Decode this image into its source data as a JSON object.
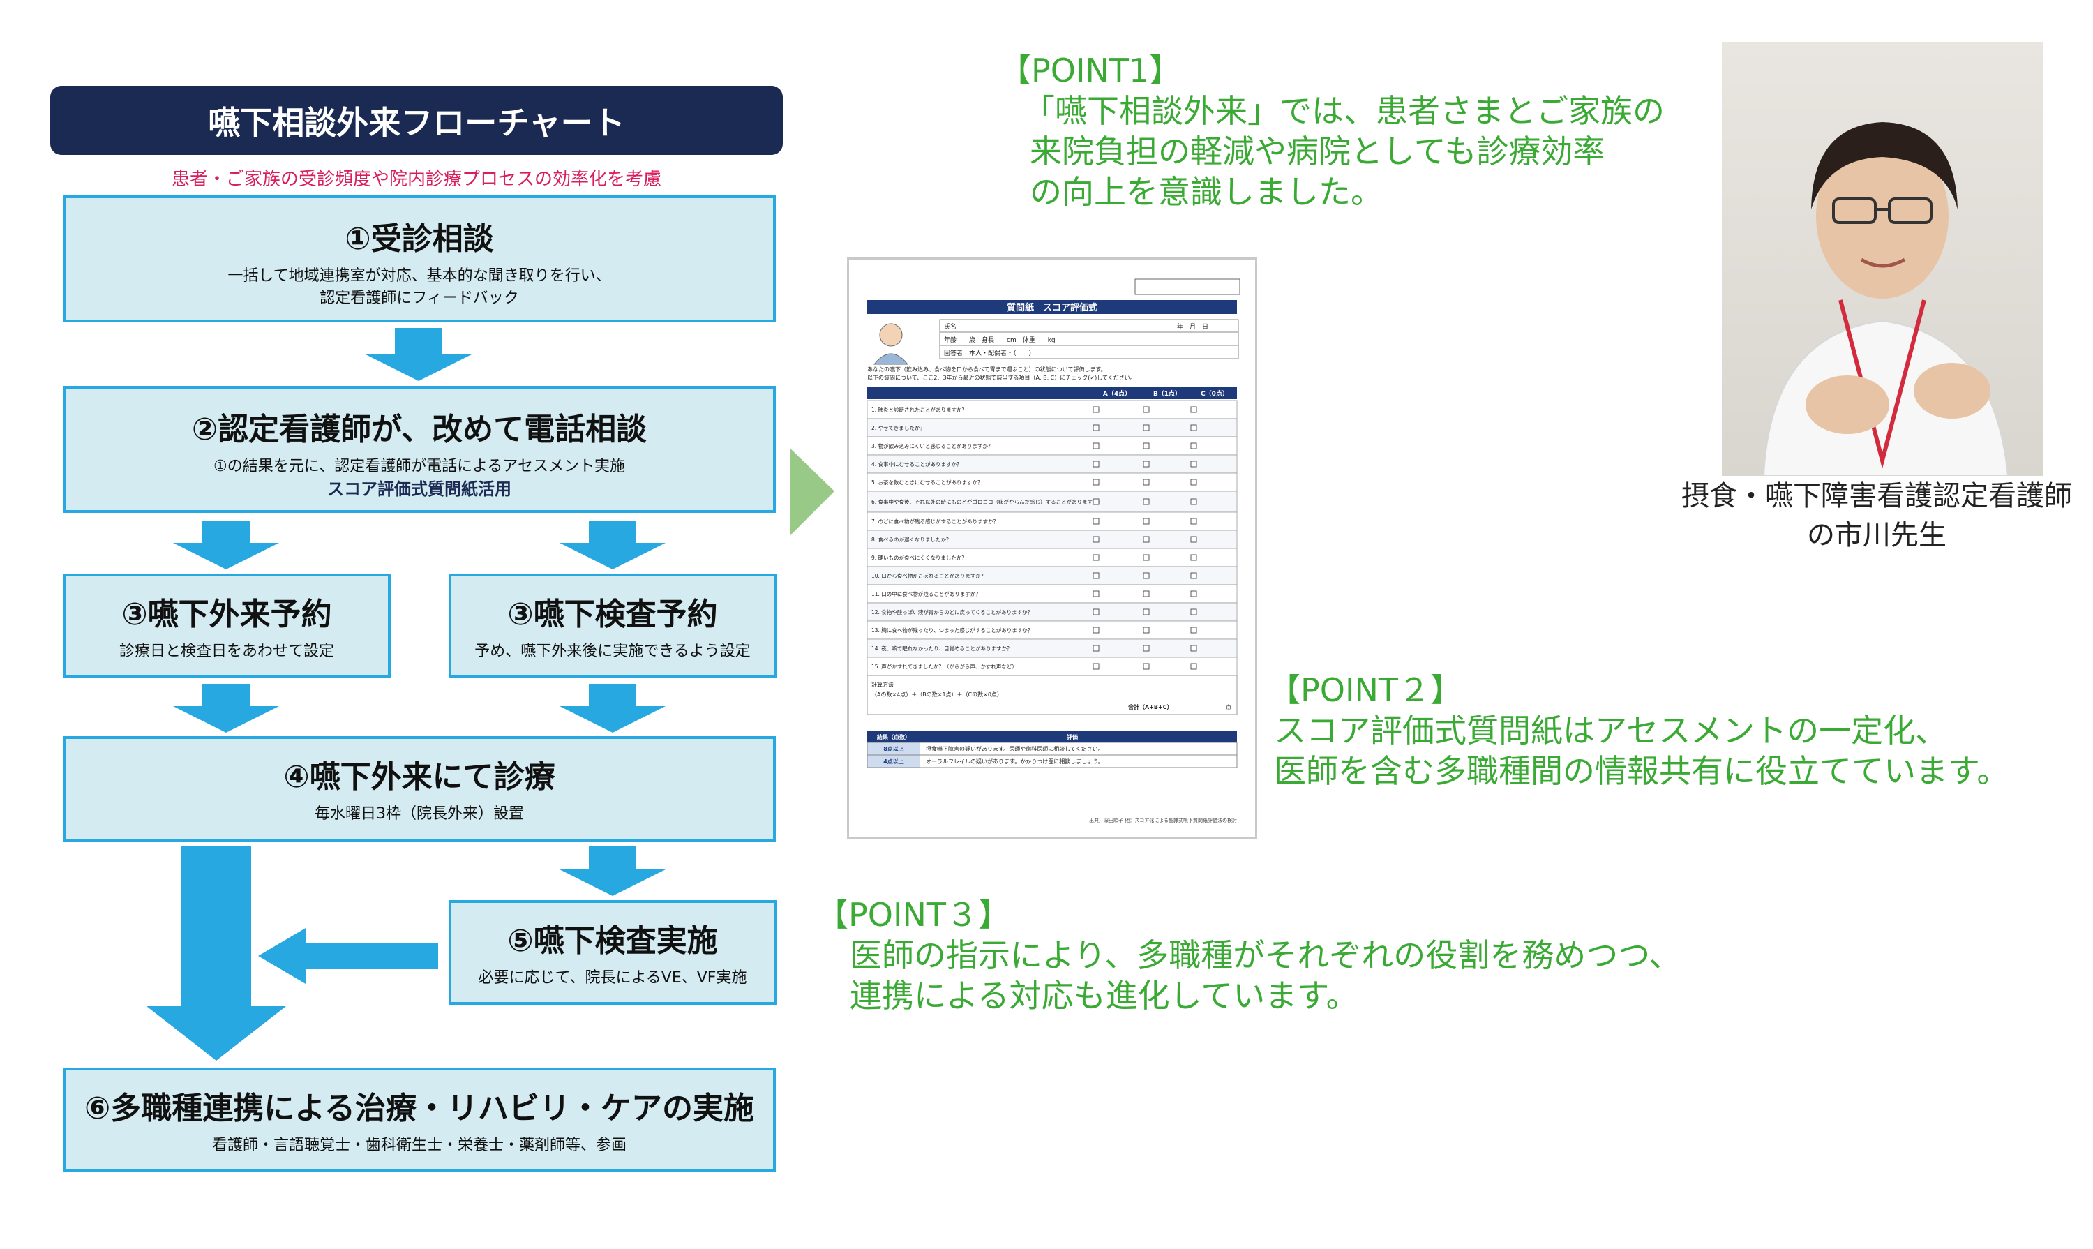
{
  "flowchart": {
    "title": "嚥下相談外来フローチャート",
    "subtitle": "患者・ご家族の受診頻度や院内診療プロセスの効率化を考慮",
    "step1": {
      "title": "①受診相談",
      "desc1": "一括して地域連携室が対応、基本的な聞き取りを行い、",
      "desc2": "認定看護師にフィードバック"
    },
    "step2": {
      "title": "②認定看護師が、改めて電話相談",
      "desc1": "①の結果を元に、認定看護師が電話によるアセスメント実施",
      "desc2": "スコア評価式質問紙活用"
    },
    "step3a": {
      "title": "③嚥下外来予約",
      "desc": "診療日と検査日をあわせて設定"
    },
    "step3b": {
      "title": "③嚥下検査予約",
      "desc": "予め、嚥下外来後に実施できるよう設定"
    },
    "step4": {
      "title": "④嚥下外来にて診療",
      "desc": "毎水曜日3枠（院長外来）設置"
    },
    "step5": {
      "title": "⑤嚥下検査実施",
      "desc": "必要に応じて、院長によるVE、VF実施"
    },
    "step6": {
      "title": "⑥多職種連携による治療・リハビリ・ケアの実施",
      "desc": "看護師・言語聴覚士・歯科衛生士・栄養士・薬剤師等、参画"
    }
  },
  "points": {
    "p1": {
      "label": "【POINT1】",
      "l1": "「嚥下相談外来」では、患者さまとご家族の",
      "l2": "来院負担の軽減や病院としても診療効率",
      "l3": "の向上を意識しました。"
    },
    "p2": {
      "label": "【POINT２】",
      "l1": "スコア評価式質問紙はアセスメントの一定化、",
      "l2": "医師を含む多職種間の情報共有に役立てています。"
    },
    "p3": {
      "label": "【POINT３】",
      "l1": "医師の指示により、多職種がそれぞれの役割を務めつつ、",
      "l2": "連携による対応も進化しています。"
    }
  },
  "caption": {
    "l1": "摂食・嚥下障害看護認定看護師",
    "l2": "の市川先生"
  },
  "questionnaire": {
    "title": "質問紙　スコア評価式",
    "id_box": "－",
    "header_name": "氏名",
    "header_date": "年　月　日",
    "header_age": "年齢　　歳　身長　　cm　体重　　kg",
    "header_resp": "回答者　本人・配偶者・（　　）",
    "intro1": "あなたの嚥下（飲み込み、食べ物を口から食べて胃まで運ぶこと）の状態について評価します。",
    "intro2": "以下の質問について、ここ2、3年から最近の状態で該当する項目（A, B, C）にチェック(✓)してください。",
    "col_a": "A（4点）",
    "col_b": "B（1点）",
    "col_c": "C（0点）",
    "questions": [
      "1. 肺炎と診断されたことがありますか？",
      "2. やせてきましたか？",
      "3. 物が飲み込みにくいと感じることがありますか？",
      "4. 食事中にむせることがありますか？",
      "5. お茶を飲むときにむせることがありますか？",
      "6. 食事中や食後、それ以外の時にものどがゴロゴロ（痰がからんだ感じ）することがありますか？",
      "7. のどに食べ物が残る感じがすることがありますか？",
      "8. 食べるのが遅くなりましたか？",
      "9. 硬いものが食べにくくなりましたか？",
      "10. 口から食べ物がこぼれることがありますか？",
      "11. 口の中に食べ物が残ることがありますか？",
      "12. 食物や酸っぱい液が胃からのどに戻ってくることがありますか？",
      "13. 胸に食べ物が残ったり、つまった感じがすることがありますか？",
      "14. 夜、咳で眠れなかったり、目覚めることがありますか？",
      "15. 声がかすれてきましたか？（がらがら声、かすれ声など）"
    ],
    "calc_label": "計算方法",
    "calc_formula": "（Aの数×4点）＋（Bの数×1点）＋（Cの数×0点）",
    "total_label": "合計（A+B+C）",
    "total_unit": "点",
    "result_head": "結果（点数）",
    "eval_head": "評価",
    "r1_score": "8点以上",
    "r1_text": "摂食嚥下障害の疑いがあります。医師や歯科医師に相談してください。",
    "r2_score": "4点以上",
    "r2_text": "オーラルフレイルの疑いがあります。かかりつけ医に相談しましょう。",
    "source": "出典）深田順子 他：スコア化による聖隷式嚥下質問紙評価法の検討"
  }
}
